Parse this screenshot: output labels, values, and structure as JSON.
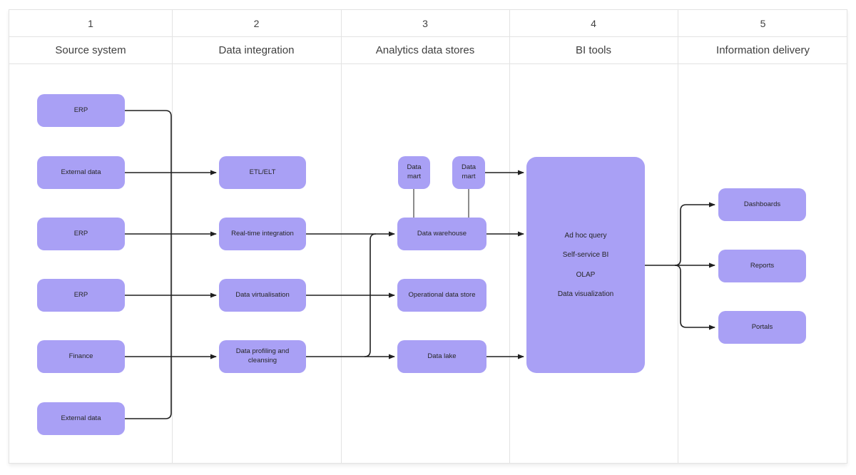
{
  "header": {
    "lanes": [
      {
        "number": "1",
        "title": "Source system"
      },
      {
        "number": "2",
        "title": "Data integration"
      },
      {
        "number": "3",
        "title": "Analytics data stores"
      },
      {
        "number": "4",
        "title": "BI tools"
      },
      {
        "number": "5",
        "title": "Information delivery"
      }
    ]
  },
  "nodes": {
    "erp_1": {
      "label": "ERP"
    },
    "external_data_top": {
      "label": "External data"
    },
    "erp_2": {
      "label": "ERP"
    },
    "erp_3": {
      "label": "ERP"
    },
    "finance": {
      "label": "Finance"
    },
    "external_data_bottom": {
      "label": "External data"
    },
    "etl_elt": {
      "label": "ETL/ELT"
    },
    "real_time_integration": {
      "label": "Real-time integration"
    },
    "data_virtualisation": {
      "label": "Data virtualisation"
    },
    "data_profiling_cleansing": {
      "label": "Data profiling and cleansing"
    },
    "data_mart_1": {
      "label": "Data mart"
    },
    "data_mart_2": {
      "label": "Data mart"
    },
    "data_warehouse": {
      "label": "Data warehouse"
    },
    "operational_data_store": {
      "label": "Operational data store"
    },
    "data_lake": {
      "label": "Data lake"
    },
    "bi_tools": {
      "lines": [
        "Ad hoc query",
        "Self-service BI",
        "OLAP",
        "Data visualization"
      ]
    },
    "dashboards": {
      "label": "Dashboards"
    },
    "reports": {
      "label": "Reports"
    },
    "portals": {
      "label": "Portals"
    }
  },
  "colors": {
    "node_fill": "#a9a0f5",
    "connector": "#1f1f1f",
    "soft_connector": "#5a5a5a",
    "grid_border": "#e3e3e3",
    "node_text": "#262626",
    "header_text": "#404040"
  }
}
